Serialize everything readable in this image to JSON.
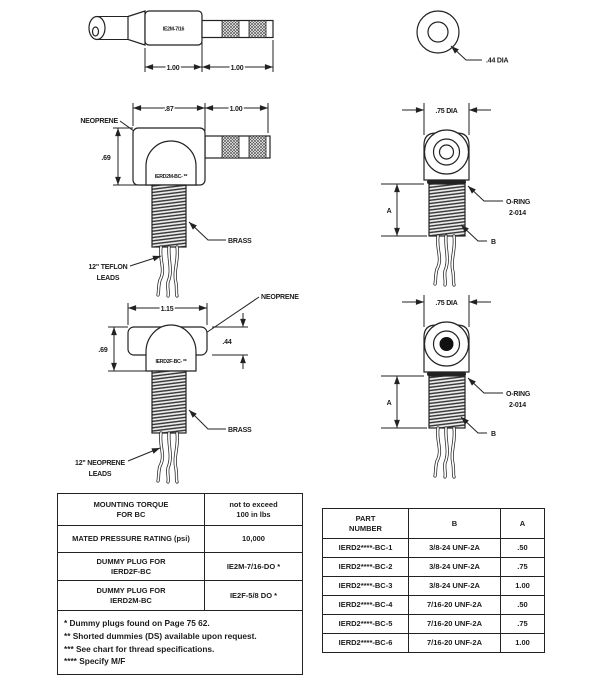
{
  "page": {
    "background": "#ffffff",
    "line_color": "#222222"
  },
  "drawings": {
    "top_plug": {
      "body_label": "IE2M-7/16",
      "dim_body": "1.00",
      "dim_shaft": "1.00"
    },
    "tip_face": {
      "dia_label": ".44 DIA"
    },
    "right_angle_plug": {
      "neoprene_label": "NEOPRENE",
      "dim_width": ".87",
      "dim_shaft": "1.00",
      "dim_height": ".69",
      "body_label": "IERD2M-BC- **",
      "brass_label": "BRASS",
      "leads_line1": "12\" TEFLON",
      "leads_line2": "LEADS"
    },
    "male_face": {
      "dia_label": ".75 DIA",
      "dim_a": "A",
      "dim_b": "B",
      "oring_line1": "O-RING",
      "oring_line2": "2-014"
    },
    "straight_plug": {
      "neoprene_label": "NEOPRENE",
      "dim_width": "1.15",
      "dim_height": ".69",
      "dim_cap": ".44",
      "body_label": "IERD2F-BC- **",
      "brass_label": "BRASS",
      "leads_line1": "12\" NEOPRENE",
      "leads_line2": "LEADS"
    },
    "female_face": {
      "dia_label": ".75 DIA",
      "dim_a": "A",
      "dim_b": "B",
      "oring_line1": "O-RING",
      "oring_line2": "2-014"
    }
  },
  "spec_table": {
    "rows": [
      {
        "label_line1": "MOUNTING TORQUE",
        "label_line2": "FOR BC",
        "value_line1": "not to exceed",
        "value_line2": "100 in lbs"
      },
      {
        "label_line1": "MATED PRESSURE RATING (psi)",
        "label_line2": "",
        "value_line1": "10,000",
        "value_line2": ""
      },
      {
        "label_line1": "DUMMY PLUG FOR",
        "label_line2": "IERD2F-BC",
        "value_line1": "IE2M-7/16-DO  *",
        "value_line2": ""
      },
      {
        "label_line1": "DUMMY PLUG FOR",
        "label_line2": "IERD2M-BC",
        "value_line1": "IE2F-5/8 DO  *",
        "value_line2": ""
      }
    ],
    "notes": [
      "* Dummy plugs found on Page 75 62.",
      "** Shorted dummies (DS) available upon request.",
      "*** See chart for thread specifications.",
      "**** Specify M/F"
    ]
  },
  "part_table": {
    "header": {
      "col1_line1": "PART",
      "col1_line2": "NUMBER",
      "col2": "B",
      "col3": "A"
    },
    "rows": [
      {
        "part": "IERD2****-BC-1",
        "b": "3/8-24 UNF-2A",
        "a": ".50"
      },
      {
        "part": "IERD2****-BC-2",
        "b": "3/8-24 UNF-2A",
        "a": ".75"
      },
      {
        "part": "IERD2****-BC-3",
        "b": "3/8-24 UNF-2A",
        "a": "1.00"
      },
      {
        "part": "IERD2****-BC-4",
        "b": "7/16-20 UNF-2A",
        "a": ".50"
      },
      {
        "part": "IERD2****-BC-5",
        "b": "7/16-20 UNF-2A",
        "a": ".75"
      },
      {
        "part": "IERD2****-BC-6",
        "b": "7/16-20 UNF-2A",
        "a": "1.00"
      }
    ]
  }
}
